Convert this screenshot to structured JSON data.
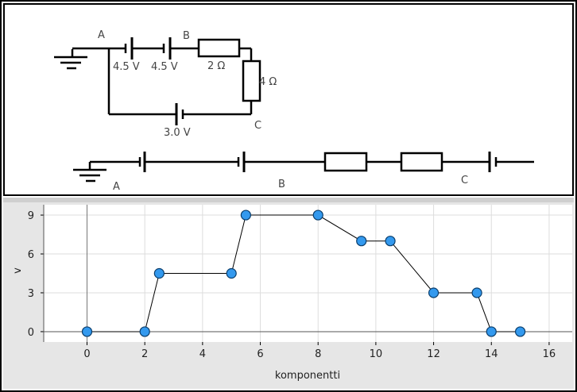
{
  "circuit": {
    "node_labels": {
      "a": "A",
      "b": "B",
      "c": "C"
    },
    "battery1_label": "4.5 V",
    "battery2_label": "4.5 V",
    "resistor1_label": "2 Ω",
    "resistor2_label": "4 Ω",
    "battery3_label": "3.0 V"
  },
  "line_circuit": {
    "node_labels": {
      "a": "A",
      "b": "B",
      "c": "C"
    }
  },
  "chart_data": {
    "type": "line",
    "xlabel": "komponentti",
    "ylabel": "v",
    "xlim": [
      -1.5,
      16.8
    ],
    "ylim": [
      -0.8,
      9.8
    ],
    "x_ticks": [
      0,
      2,
      4,
      6,
      8,
      10,
      12,
      14,
      16
    ],
    "y_ticks": [
      0,
      3,
      6,
      9
    ],
    "grid": true,
    "marker_color": "#3399ee",
    "series": [
      {
        "x": [
          0,
          2,
          2.5,
          5,
          5.5,
          8,
          9.5,
          10.5,
          12,
          13.5,
          14,
          15
        ],
        "y": [
          0,
          0,
          4.5,
          4.5,
          9,
          9,
          7,
          7,
          3,
          3,
          0,
          0
        ]
      }
    ]
  }
}
